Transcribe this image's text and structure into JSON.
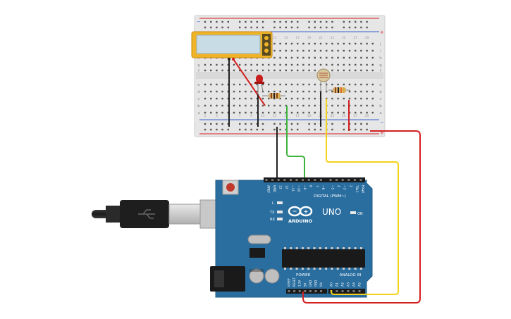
{
  "colors": {
    "breadboard": "#e6e6e6",
    "rail_red": "#d42020",
    "rail_blue": "#3a5fcd",
    "board_blue": "#2a6ea0",
    "lcd_frame": "#f0b428",
    "wire_red": "#d42020",
    "wire_yellow": "#f2d21c",
    "wire_green": "#3cb43c",
    "wire_black": "#222222",
    "led_red": "#c81e1e"
  },
  "breadboard": {
    "row_letters_top": [
      "j",
      "i",
      "h",
      "g",
      "f"
    ],
    "row_letters_bottom": [
      "e",
      "d",
      "c",
      "b",
      "a"
    ],
    "column_numbers": [
      "1",
      "3",
      "5",
      "7",
      "9",
      "11",
      "13",
      "15",
      "17",
      "19",
      "21",
      "23",
      "25",
      "27",
      "29"
    ]
  },
  "components": {
    "lcd_module": "lcd-display-icon",
    "led": "red-led-icon",
    "photoresistor": "photoresistor-icon",
    "resistor": "resistor-icon",
    "usb_cable": "usb-cable-icon"
  },
  "arduino": {
    "brand": "ARDUINO",
    "model": "UNO",
    "digital_label": "DIGITAL (PWM~)",
    "power_label": "POWER",
    "analog_label": "ANALOG IN",
    "on_label": "ON",
    "l_label": "L",
    "tx_label": "TX",
    "rx_label": "RX",
    "digital_pins": [
      "AREF",
      "GND",
      "13",
      "12",
      "~11",
      "~10",
      "~9",
      "8",
      "7",
      "~6",
      "~5",
      "4",
      "~3",
      "2",
      "TX▸1",
      "RX◂0"
    ],
    "power_pins": [
      "IOREF",
      "RESET",
      "3.3V",
      "5V",
      "GND",
      "GND",
      "Vin"
    ],
    "analog_pins": [
      "A0",
      "A1",
      "A2",
      "A3",
      "A4",
      "A5"
    ]
  }
}
